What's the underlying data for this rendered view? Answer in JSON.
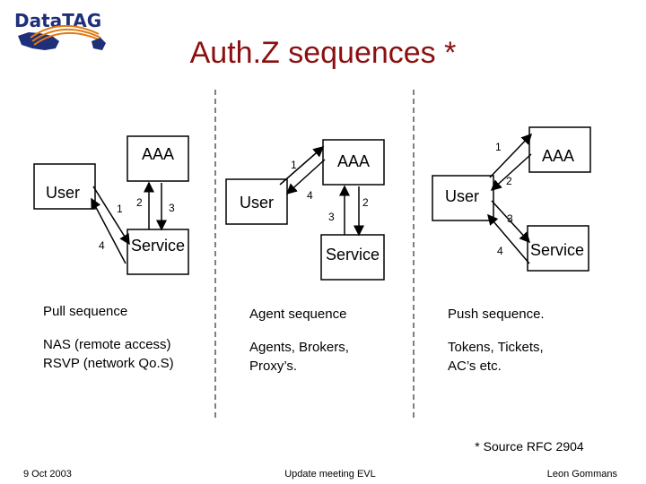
{
  "logo": {
    "text": "DataTAG"
  },
  "title": "Auth.Z sequences *",
  "panels": [
    {
      "aaa": "AAA",
      "user": "User",
      "service": "Service",
      "numbers": [
        "1",
        "2",
        "3",
        "4"
      ],
      "caption_title": "Pull sequence",
      "caption_lines": [
        "NAS (remote access)",
        "RSVP (network Qo.S)"
      ]
    },
    {
      "aaa": "AAA",
      "user": "User",
      "service": "Service",
      "numbers": [
        "1",
        "2",
        "3",
        "4"
      ],
      "caption_title": "Agent sequence",
      "caption_lines": [
        "Agents, Brokers,",
        "Proxy’s."
      ]
    },
    {
      "aaa": "AAA",
      "user": "User",
      "service": "Service",
      "numbers": [
        "1",
        "2",
        "3",
        "4"
      ],
      "caption_title": "Push sequence.",
      "caption_lines": [
        "Tokens, Tickets,",
        "AC’s etc."
      ]
    }
  ],
  "source_note": "* Source RFC 2904",
  "footer": {
    "date": "9 Oct 2003",
    "event": "Update meeting EVL",
    "author": "Leon Gommans"
  },
  "colors": {
    "title": "#8b0f0f",
    "logo_blue": "#1f2f7a",
    "logo_orange": "#e07a10"
  }
}
